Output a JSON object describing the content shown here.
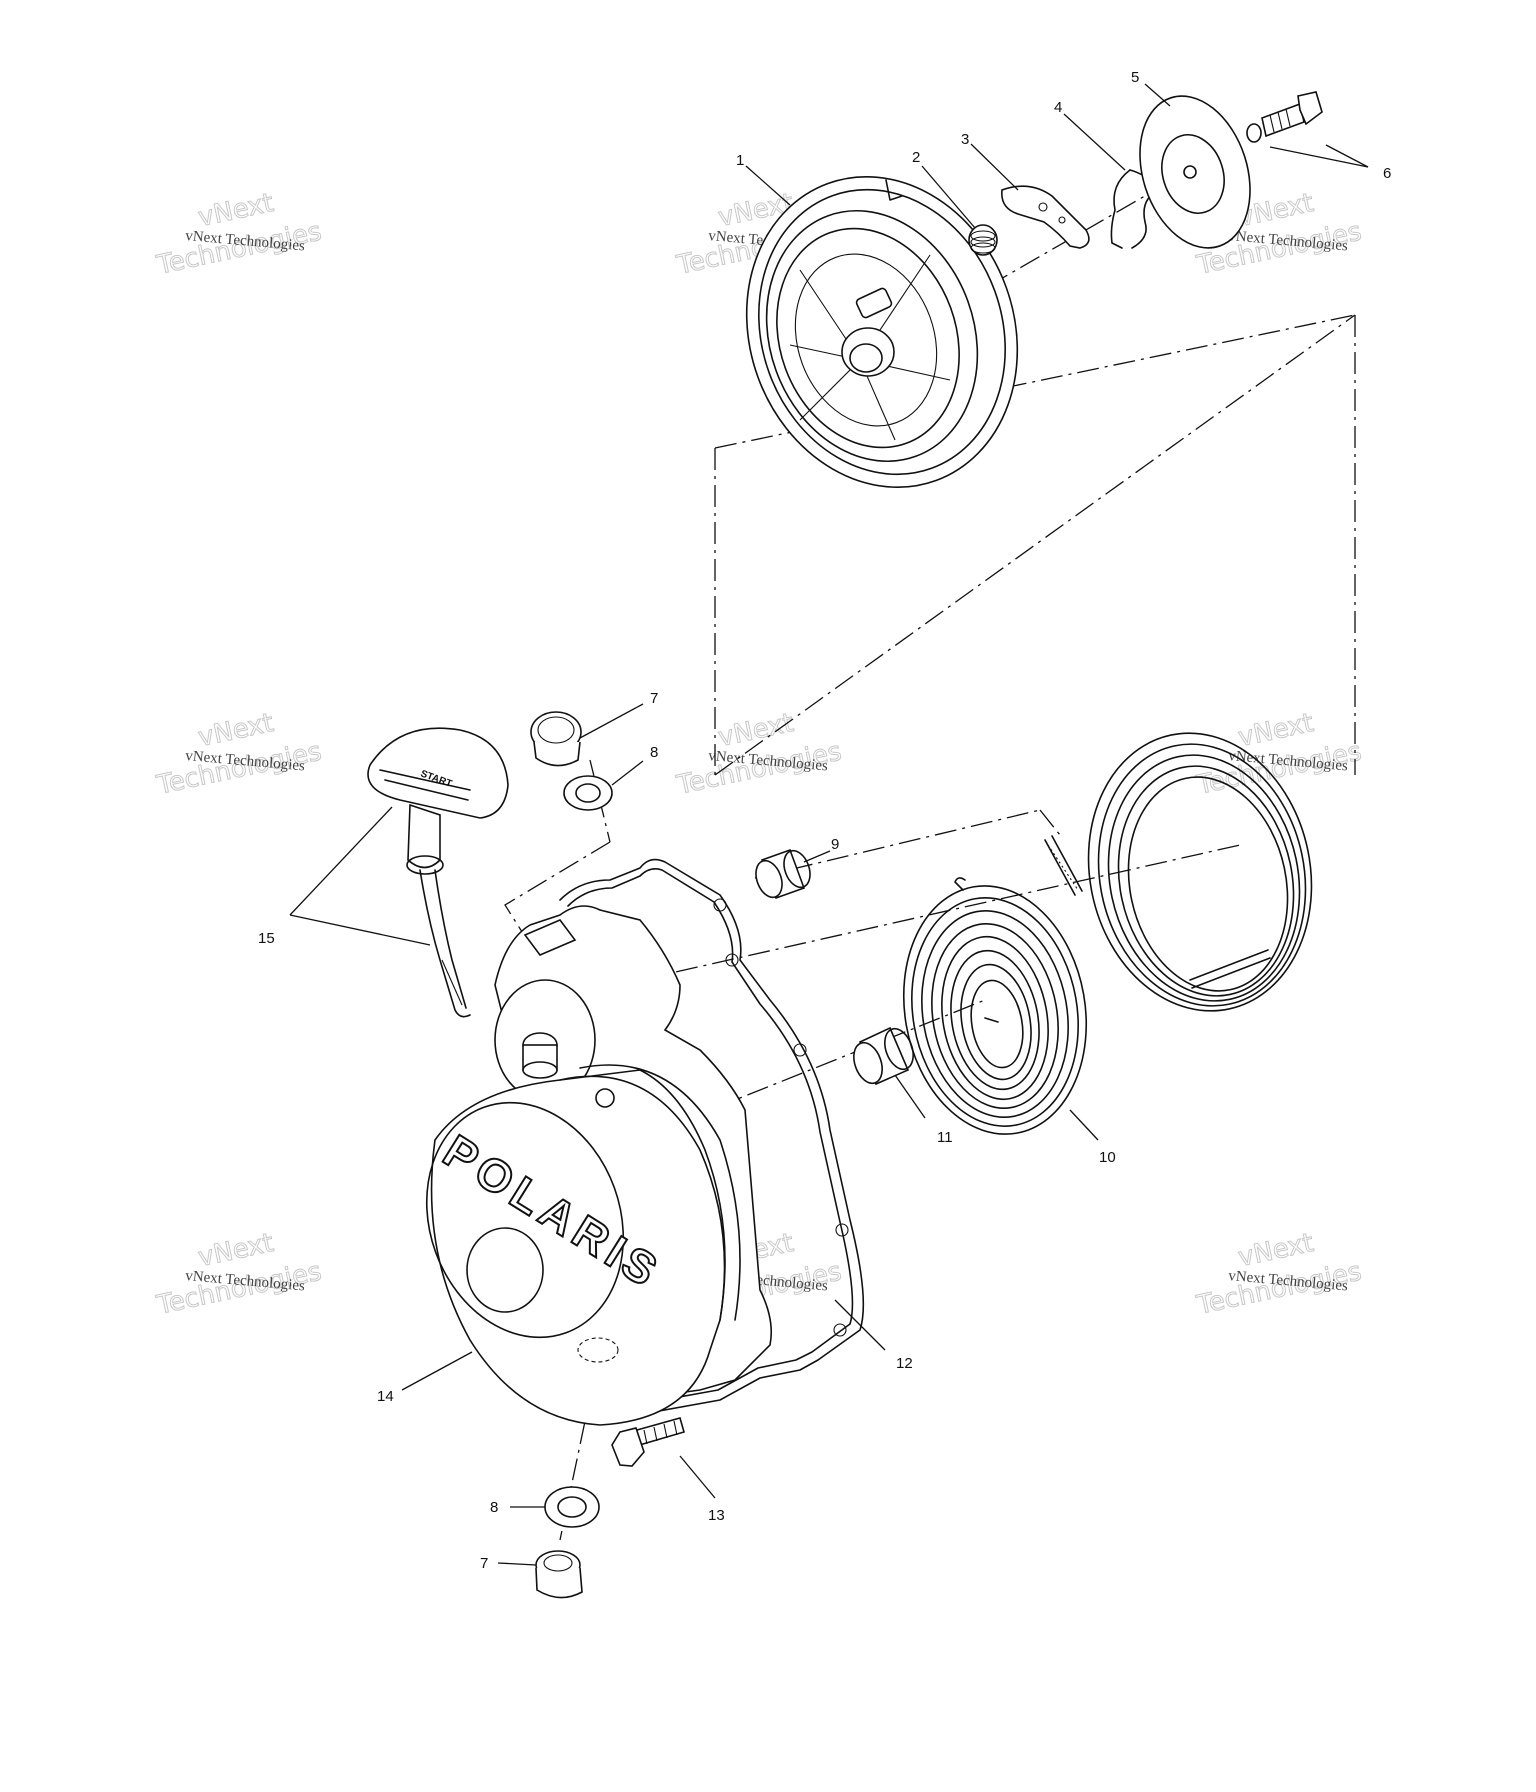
{
  "diagram": {
    "callouts": [
      "1",
      "2",
      "3",
      "4",
      "5",
      "6",
      "7",
      "8",
      "9",
      "10",
      "11",
      "12",
      "13",
      "14",
      "15",
      "8",
      "7"
    ],
    "logo_text": "POLARIS",
    "handle_text": "START"
  },
  "watermark": {
    "line1": "vNext Technologies",
    "line2": "vNext",
    "line3": "Technologies"
  }
}
